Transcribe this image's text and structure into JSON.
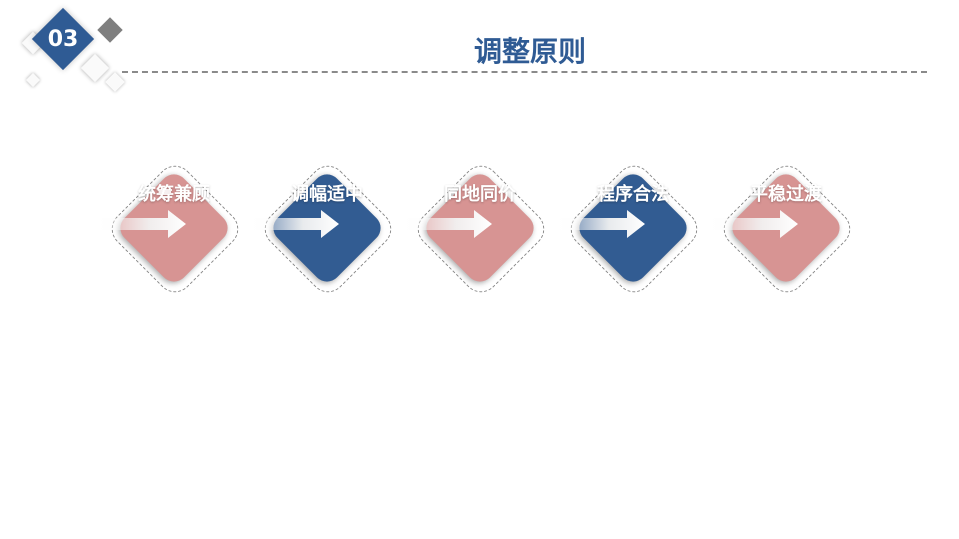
{
  "header": {
    "section_number": "03",
    "title": "调整原则"
  },
  "steps": [
    {
      "label": "统筹兼顾",
      "color": "#d79493"
    },
    {
      "label": "调幅适中",
      "color": "#325c92"
    },
    {
      "label": "同地同价",
      "color": "#d79493"
    },
    {
      "label": "程序合法",
      "color": "#325c92"
    },
    {
      "label": "平稳过渡",
      "color": "#d79493"
    }
  ],
  "icons": {
    "step_arrow": "right-arrow-icon",
    "section_badge": "diamond-badge-icon"
  }
}
